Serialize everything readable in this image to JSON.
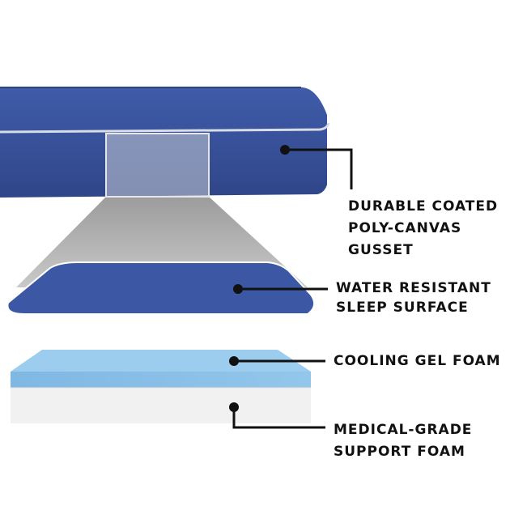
{
  "labels": {
    "gusset": [
      "DURABLE COATED",
      "POLY-CANVAS",
      "GUSSET"
    ],
    "surface": [
      "WATER RESISTANT",
      "SLEEP SURFACE"
    ],
    "gel": [
      "COOLING GEL FOAM"
    ],
    "support": [
      "MEDICAL-GRADE",
      "SUPPORT FOAM"
    ]
  },
  "colors": {
    "canvas_blue": "#3c57a3",
    "gel_blue": "#86bde6",
    "support_white": "#f1f1f1",
    "piping": "#d8dce4",
    "magnifier_gray": "#b9b9b9",
    "callout_line": "#111111"
  }
}
